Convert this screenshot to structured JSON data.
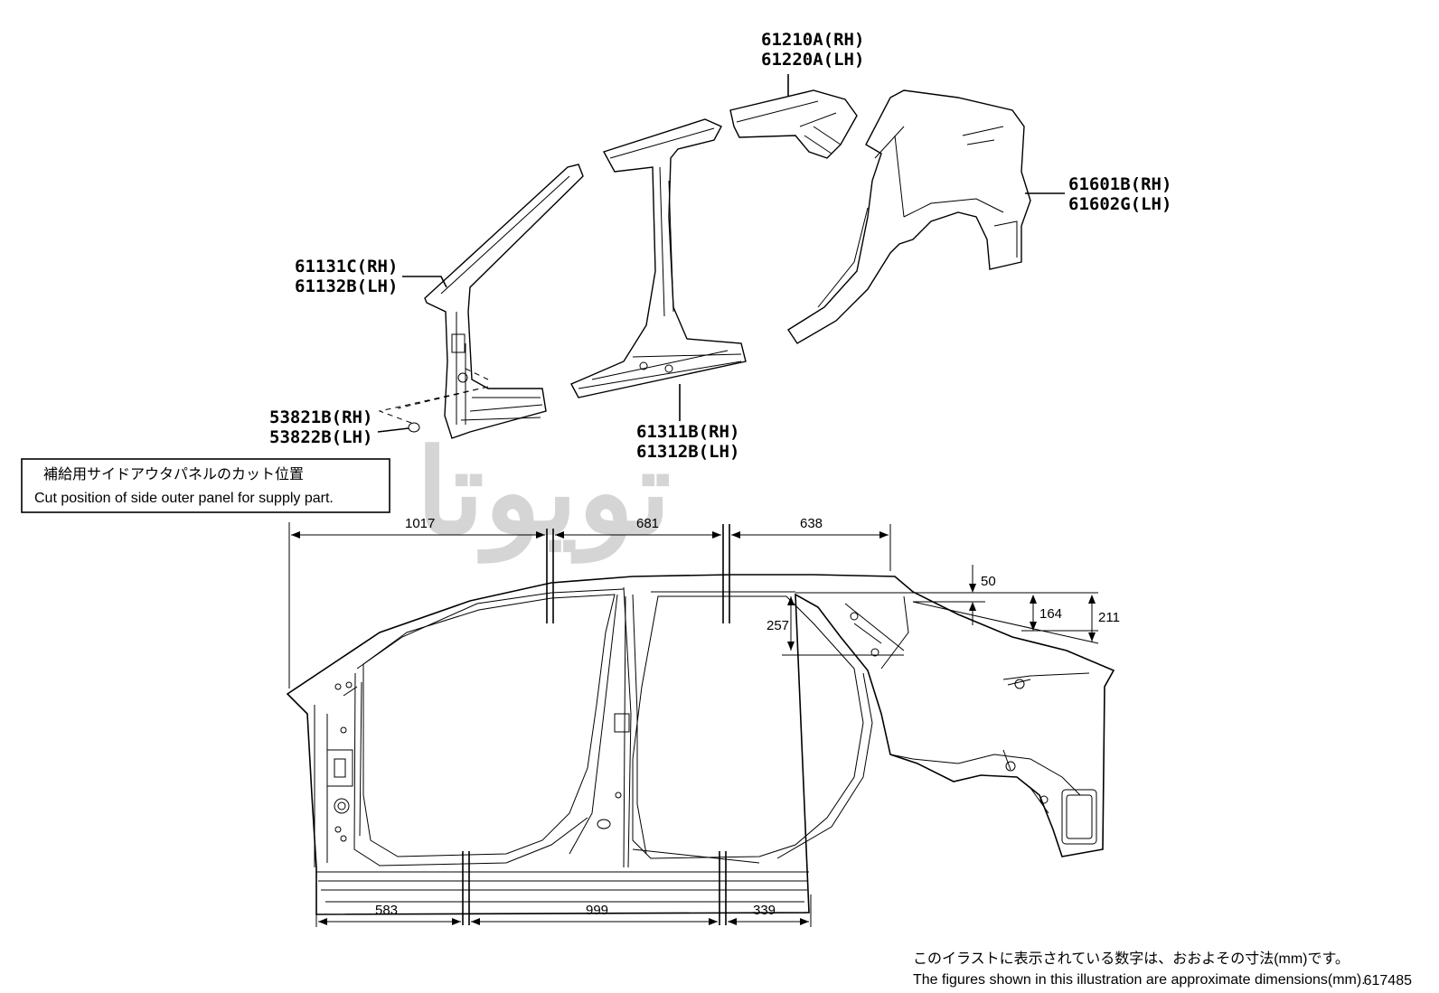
{
  "parts": {
    "roof_rail_rh": "61210A(RH)",
    "roof_rail_lh": "61220A(LH)",
    "quarter_panel_rh": "61601B(RH)",
    "quarter_panel_lh": "61602G(LH)",
    "front_pillar_rh": "61131C(RH)",
    "front_pillar_lh": "61132B(LH)",
    "plug_rh": "53821B(RH)",
    "plug_lh": "53822B(LH)",
    "center_pillar_rh": "61311B(RH)",
    "center_pillar_lh": "61312B(LH)"
  },
  "legend": {
    "jp": "補給用サイドアウタパネルのカット位置",
    "en": "Cut position of side outer panel for supply part."
  },
  "dimensions": {
    "top_a": "1017",
    "top_b": "681",
    "top_c": "638",
    "bottom_a": "583",
    "bottom_b": "999",
    "bottom_c": "339",
    "v_50": "50",
    "v_164": "164",
    "v_211": "211",
    "v_257": "257"
  },
  "footnote": {
    "jp": "このイラストに表示されている数字は、おおよその寸法(mm)です。",
    "en": "The figures shown in this illustration are approximate dimensions(mm).",
    "code": "617485"
  },
  "watermark": "تويوتا"
}
